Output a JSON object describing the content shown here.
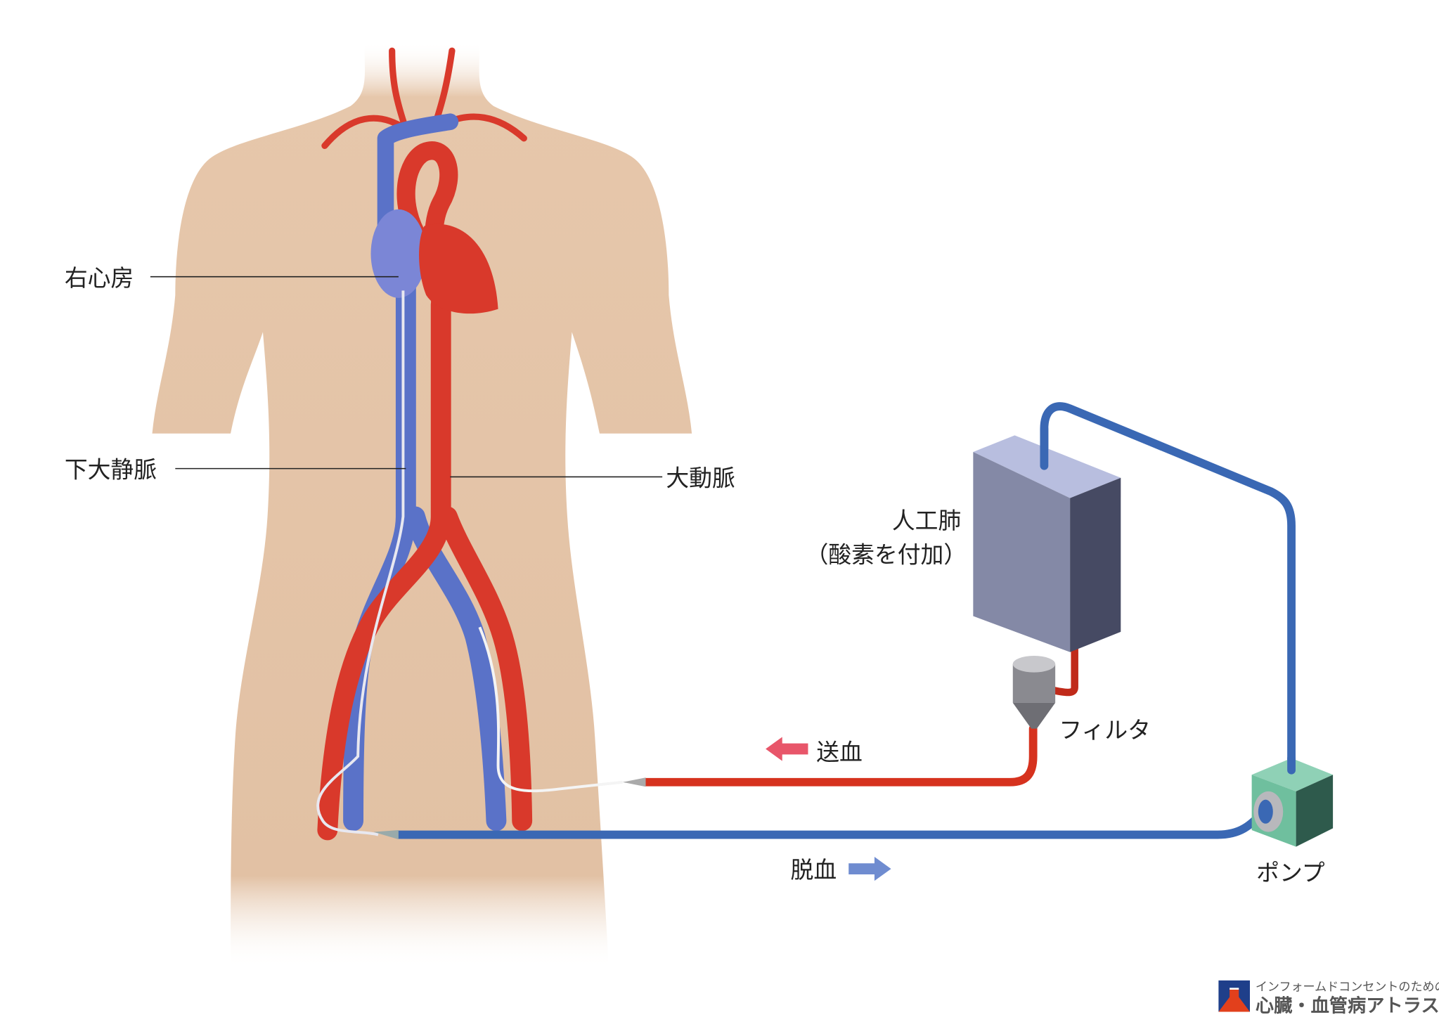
{
  "labels": {
    "right_atrium": "右心房",
    "inferior_vena_cava": "下大静脈",
    "aorta": "大動脈",
    "oxygenator": "人工肺",
    "oxygenator_note": "（酸素を付加）",
    "filter": "フィルタ",
    "pump": "ポンプ",
    "blood_supply": "送血",
    "blood_drainage": "脱血"
  },
  "logo": {
    "subtitle": "インフォームドコンセントのための",
    "title": "心臓・血管病アトラス"
  },
  "colors": {
    "skin": "#e2c1a4",
    "artery": "#d9392b",
    "vein": "#5a72c8",
    "tube_red": "#d6321e",
    "tube_blue": "#3a68b4",
    "oxygenator_front": "#8489a6",
    "pump": "#6fbf9e",
    "logo_blue": "#1f3f8a",
    "logo_red": "#e2401c"
  }
}
